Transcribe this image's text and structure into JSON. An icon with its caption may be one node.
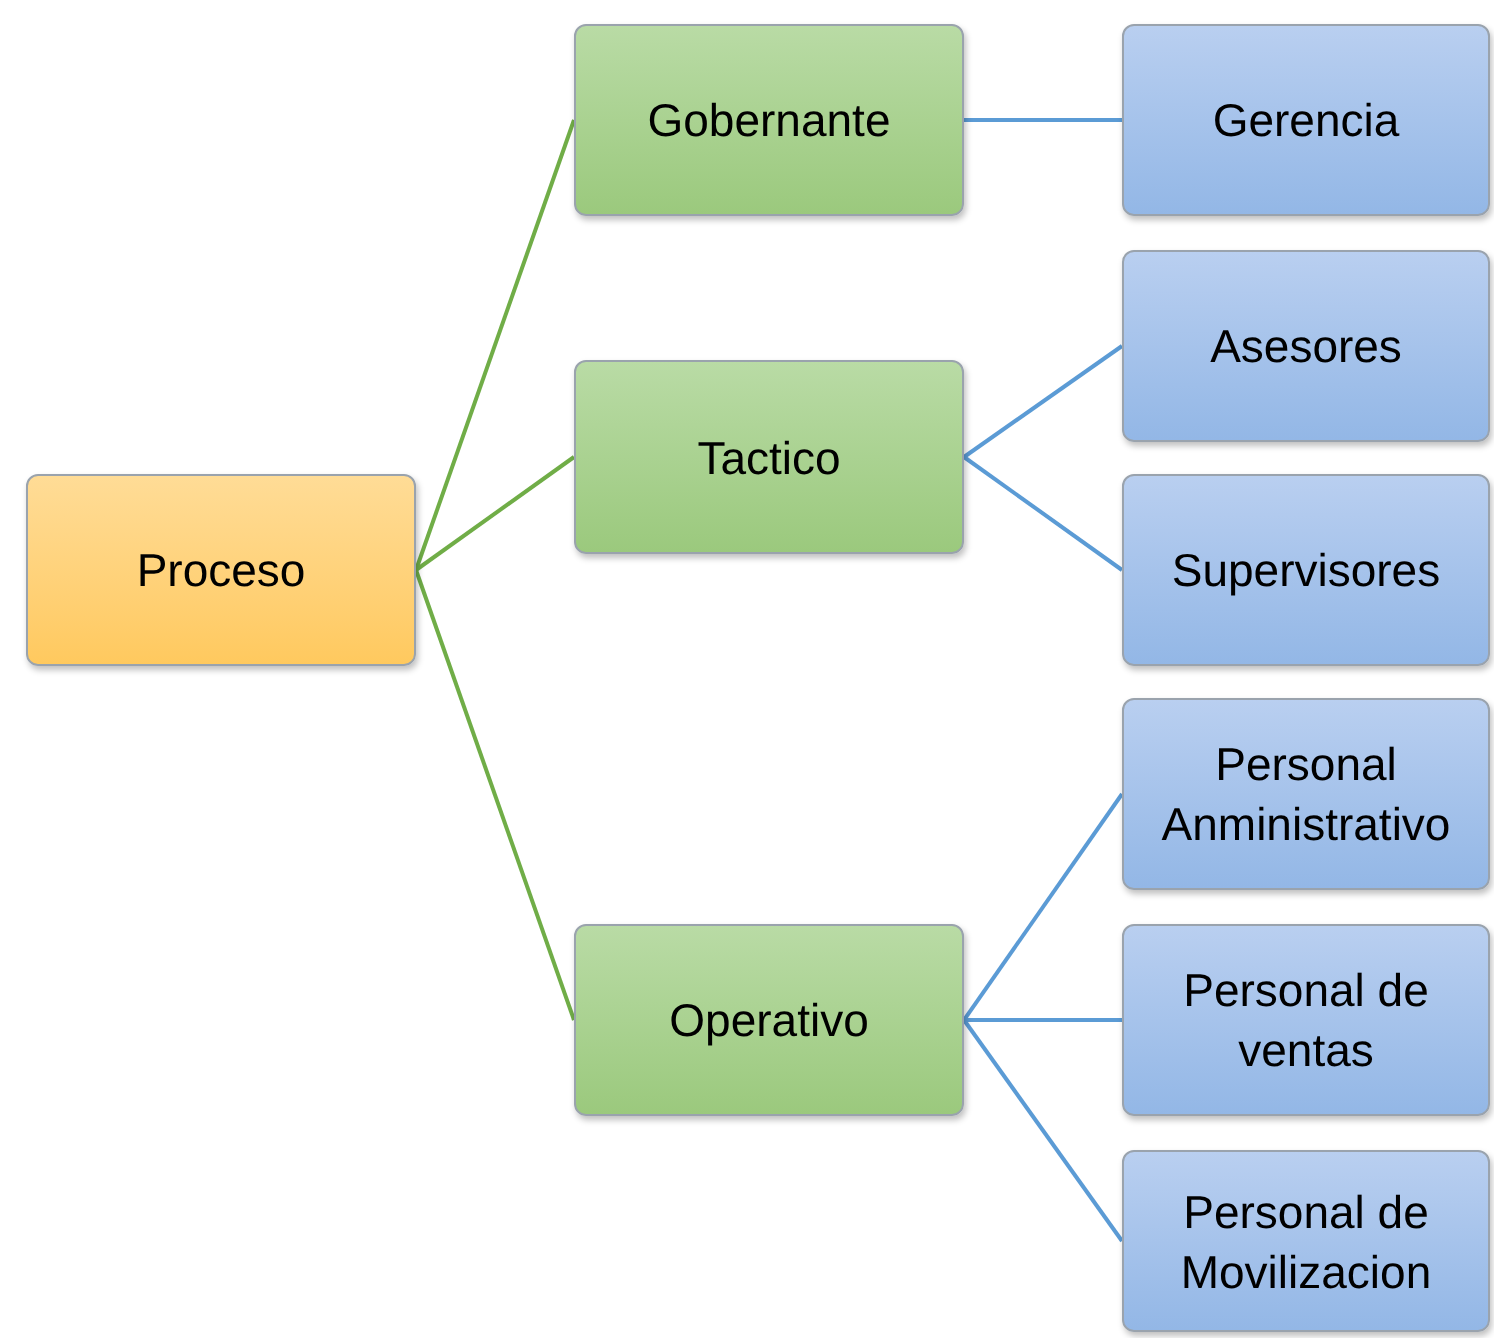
{
  "diagram": {
    "nodes": [
      {
        "text": [
          "Proceso"
        ]
      },
      {
        "text": [
          "Gobernante"
        ]
      },
      {
        "text": [
          "Tactico"
        ]
      },
      {
        "text": [
          "Operativo"
        ]
      },
      {
        "text": [
          "Gerencia"
        ]
      },
      {
        "text": [
          "Asesores"
        ]
      },
      {
        "text": [
          "Supervisores"
        ]
      },
      {
        "text": [
          "Personal Anministrativo"
        ]
      },
      {
        "text": [
          "Personal de ventas"
        ]
      },
      {
        "text": [
          "Personal de Movilizacion"
        ]
      }
    ],
    "edges": [
      {
        "from": 0,
        "to": 1,
        "arrow": "none",
        "color": "#70ad47"
      },
      {
        "from": 0,
        "to": 2,
        "arrow": "none",
        "color": "#70ad47"
      },
      {
        "from": 0,
        "to": 3,
        "arrow": "none",
        "color": "#70ad47"
      },
      {
        "from": 1,
        "to": 4,
        "arrow": "none"
      },
      {
        "from": 2,
        "to": 5,
        "arrow": "none"
      },
      {
        "from": 2,
        "to": 6,
        "arrow": "none"
      },
      {
        "from": 3,
        "to": 7,
        "arrow": "none"
      },
      {
        "from": 3,
        "to": 8,
        "arrow": "none"
      },
      {
        "from": 3,
        "to": 9,
        "arrow": "none"
      }
    ]
  }
}
